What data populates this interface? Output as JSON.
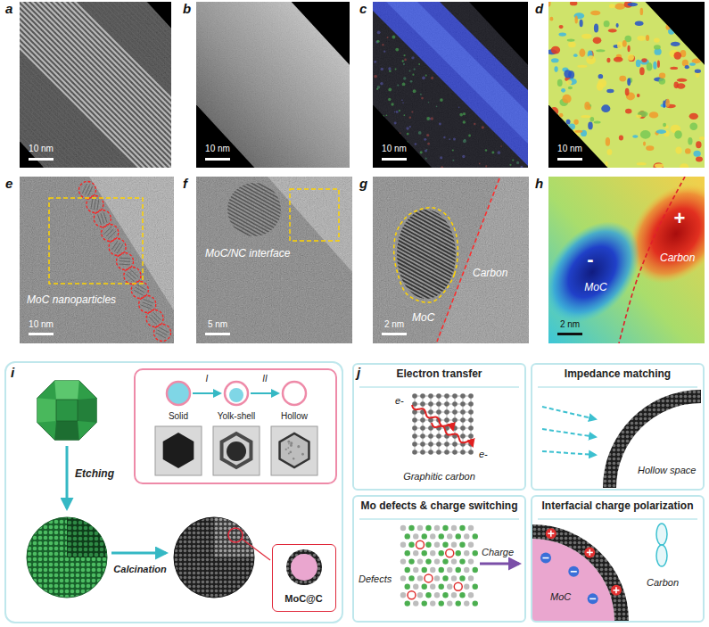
{
  "diagram": {
    "nodes": [
      {
        "text": [
          "Etching",
          "Calcination"
        ]
      },
      {
        "text": [
          "I",
          "II",
          "Solid",
          "Yolk-shell",
          "Hollow"
        ],
        "in": 0
      },
      {
        "text": [
          "MoC@C"
        ],
        "in": 0
      },
      {
        "text": [
          "Electron transfer",
          "e-",
          "e-",
          "Graphitic carbon"
        ]
      },
      {
        "text": [
          "Impedance matching",
          "Hollow space"
        ]
      },
      {
        "text": [
          "Mo defects & charge switching",
          "Defects",
          "Charge"
        ]
      },
      {
        "text": [
          "Interfacial charge polarization",
          "Carbon",
          "MoC"
        ]
      }
    ],
    "labels": [
      "a",
      "b",
      "c",
      "d",
      "10 nm",
      "10 nm",
      "10 nm",
      "10 nm",
      "e",
      "f",
      "g",
      "h",
      "MoC nanoparticles",
      "10 nm",
      "MoC/NC interface",
      "5 nm",
      "Carbon",
      "MoC",
      "2 nm",
      "+",
      "-",
      "Carbon",
      "MoC",
      "2 nm",
      "i",
      "j"
    ]
  }
}
